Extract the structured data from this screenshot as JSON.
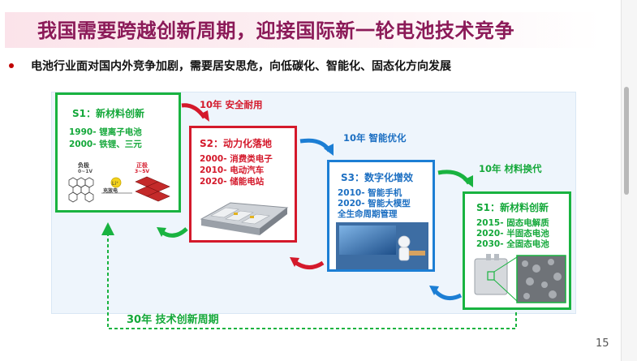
{
  "title": "我国需要跨越创新周期，迎接国际新一轮电池技术竞争",
  "subtitle": "电池行业面对国内外竞争加剧，需要居安思危，向低碳化、智能化、固态化方向发展",
  "page_number": "15",
  "stages": {
    "s1a": {
      "title": "S1：新材料创新",
      "lines": [
        "1990- 锂离子电池",
        "2000- 铁锂、三元"
      ],
      "illustration_labels": {
        "anode": "负极",
        "anode_v": "0~1V",
        "cathode": "正极",
        "cathode_v": "3~5V",
        "charge": "充放电",
        "ion": "Li⁺"
      }
    },
    "s2": {
      "title": "S2：动力化落地",
      "lines": [
        "2000- 消费类电子",
        "2010- 电动汽车",
        "2020- 储能电站"
      ]
    },
    "s3": {
      "title": "S3：数字化增效",
      "lines": [
        "2010- 智能手机",
        "2020- 智能大模型",
        "全生命周期管理"
      ]
    },
    "s1b": {
      "title": "S1：新材料创新",
      "lines": [
        "2015- 固态电解质",
        "2020- 半固态电池",
        "2030- 全固态电池"
      ]
    }
  },
  "transitions": {
    "t1": "10年 安全耐用",
    "t2": "10年 智能优化",
    "t3": "10年 材料换代"
  },
  "cycle_label": "30年 技术创新周期",
  "colors": {
    "green": "#14a83a",
    "red": "#d4192b",
    "blue": "#1c6fc2",
    "title": "#8b1a58"
  }
}
